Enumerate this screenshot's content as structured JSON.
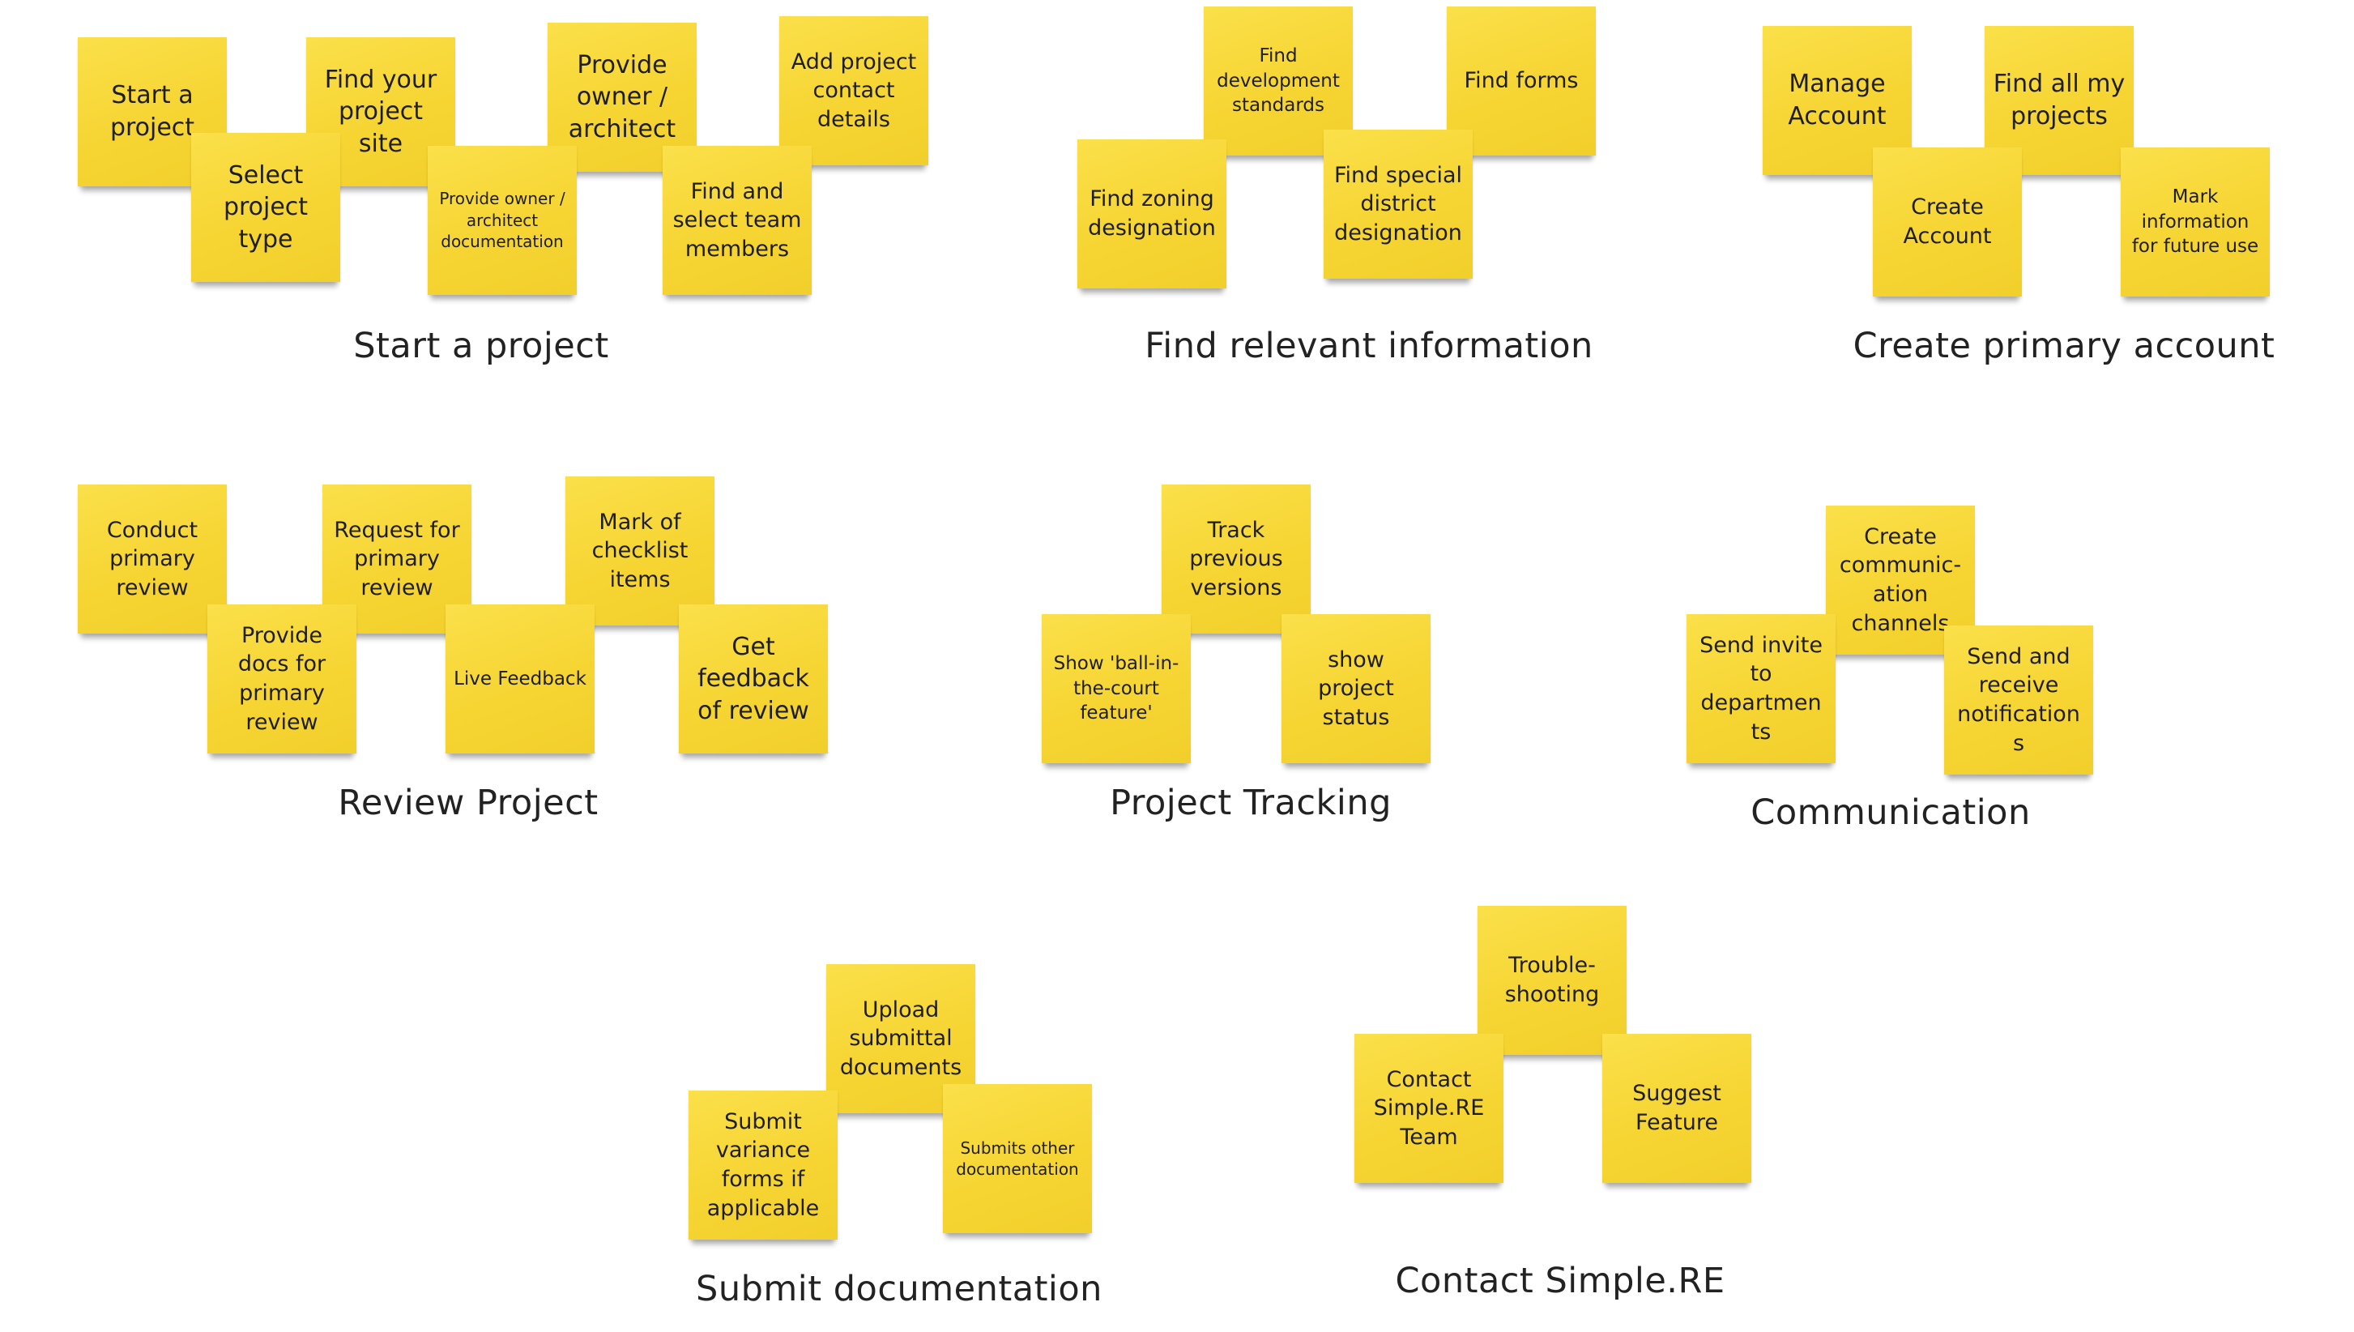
{
  "clusters": [
    {
      "label": "Start a project",
      "notes": [
        "Start a project",
        "Select project type",
        "Find your project site",
        "Provide owner / architect documentation",
        "Provide owner / architect",
        "Find and select team members",
        "Add project contact details"
      ]
    },
    {
      "label": "Find relevant information",
      "notes": [
        "Find development standards",
        "Find forms",
        "Find zoning designation",
        "Find special district designation"
      ]
    },
    {
      "label": "Create primary account",
      "notes": [
        "Manage Account",
        "Find all my projects",
        "Create Account",
        "Mark information for future use"
      ]
    },
    {
      "label": "Review Project",
      "notes": [
        "Conduct primary review",
        "Provide docs for primary review",
        "Request for primary review",
        "Live Feedback",
        "Mark of checklist items",
        "Get feedback of review"
      ]
    },
    {
      "label": "Project Tracking",
      "notes": [
        "Track previous versions",
        "Show 'ball-in-the-court feature'",
        "show project status"
      ]
    },
    {
      "label": "Communication",
      "notes": [
        "Create communic-ation channels",
        "Send invite to departmen ts",
        "Send and receive notification s"
      ]
    },
    {
      "label": "Submit documentation",
      "notes": [
        "Upload submittal documents",
        "Submit variance forms if applicable",
        "Submits other documentation"
      ]
    },
    {
      "label": "Contact Simple.RE",
      "notes": [
        "Trouble-shooting",
        "Contact Simple.RE Team",
        "Suggest Feature"
      ]
    }
  ]
}
